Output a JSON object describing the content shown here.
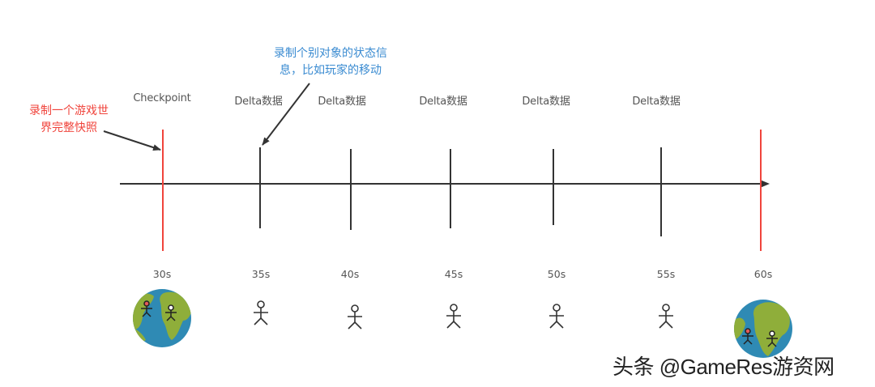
{
  "annotations": {
    "snapshot_note": "录制一个游戏世\n界完整快照",
    "delta_note": "录制个别对象的状态信\n息，比如玩家的移动"
  },
  "colors": {
    "checkpoint_line": "#f0443c",
    "tick_line": "#333333",
    "axis": "#333333",
    "snapshot_note": "#f0443c",
    "delta_note": "#3a8bd1",
    "earth_ocean": "#2f8ab4",
    "earth_land": "#8fae3a"
  },
  "markers": [
    {
      "label": "Checkpoint",
      "time": "30s",
      "type": "checkpoint",
      "icon": "earth-with-players-icon"
    },
    {
      "label": "Delta数据",
      "time": "35s",
      "type": "delta",
      "icon": "stick-figure-icon"
    },
    {
      "label": "Delta数据",
      "time": "40s",
      "type": "delta",
      "icon": "stick-figure-icon"
    },
    {
      "label": "Delta数据",
      "time": "45s",
      "type": "delta",
      "icon": "stick-figure-icon"
    },
    {
      "label": "Delta数据",
      "time": "50s",
      "type": "delta",
      "icon": "stick-figure-icon"
    },
    {
      "label": "Delta数据",
      "time": "55s",
      "type": "delta",
      "icon": "stick-figure-icon"
    },
    {
      "label": "",
      "time": "60s",
      "type": "checkpoint",
      "icon": "earth-with-players-icon"
    }
  ],
  "watermark": "头条 @GameRes游资网"
}
